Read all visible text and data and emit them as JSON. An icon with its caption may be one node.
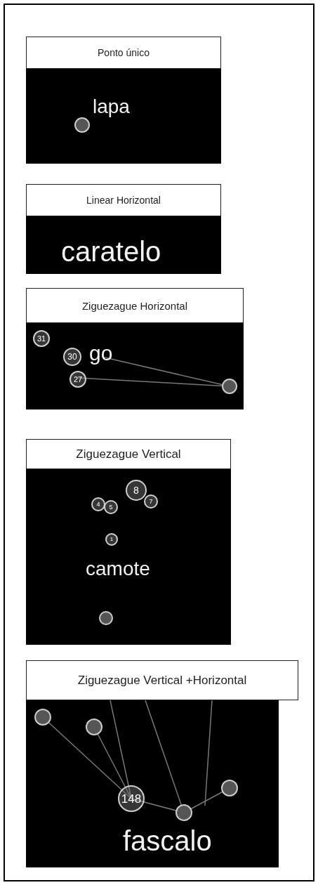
{
  "diagram": {
    "nodes": [
      {
        "text": [
          "Ponto único"
        ]
      },
      {
        "text": [
          "lapa"
        ]
      },
      {
        "text": [
          "Linear Horizontal"
        ]
      },
      {
        "text": [
          "caratelo"
        ]
      },
      {
        "text": [
          "Ziguezague Horizontal"
        ]
      },
      {
        "text": [
          "go"
        ]
      },
      {
        "text": [
          "Ziguezague Vertical"
        ]
      },
      {
        "text": [
          "camote"
        ]
      },
      {
        "text": [
          "Ziguezague Vertical +Horizontal"
        ]
      },
      {
        "text": [
          "fascalo"
        ]
      }
    ],
    "labels": [
      "31",
      "30",
      "27",
      "8",
      "7",
      "4",
      "5",
      "1",
      "148"
    ]
  }
}
